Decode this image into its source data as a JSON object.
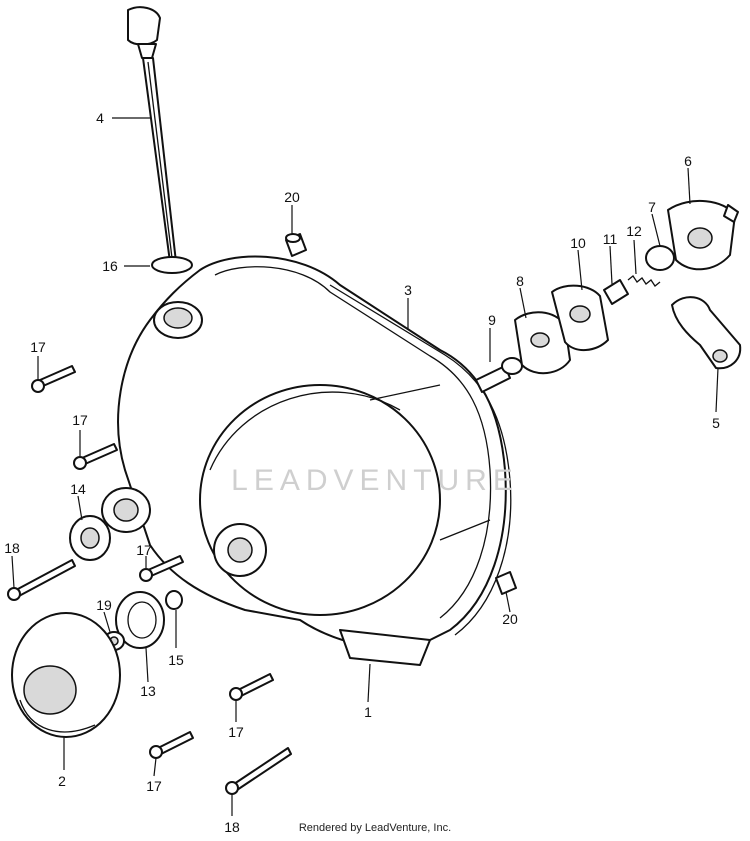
{
  "watermark": "LEADVENTURE",
  "footer": "Rendered by LeadVenture, Inc.",
  "callouts": {
    "c1": "1",
    "c2": "2",
    "c3": "3",
    "c4": "4",
    "c5": "5",
    "c6": "6",
    "c7": "7",
    "c8": "8",
    "c9": "9",
    "c10": "10",
    "c11": "11",
    "c12": "12",
    "c13": "13",
    "c14": "14",
    "c15": "15",
    "c16": "16",
    "c17a": "17",
    "c17b": "17",
    "c17c": "17",
    "c17d": "17",
    "c17e": "17",
    "c18a": "18",
    "c18b": "18",
    "c19": "19",
    "c20a": "20",
    "c20b": "20"
  }
}
